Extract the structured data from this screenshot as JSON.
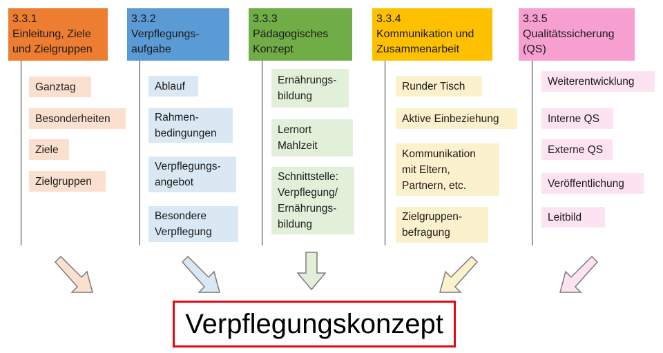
{
  "colors": {
    "header": [
      "#ed7d31",
      "#5b9bd5",
      "#70ad47",
      "#ffc000",
      "#f79fd0"
    ],
    "item": [
      "#fbe0d0",
      "#d9e8f3",
      "#e2f0d9",
      "#fbf1cc",
      "#fde3f1"
    ],
    "result_border": "#e30613"
  },
  "columns": [
    {
      "header": "3.3.1\nEinleitung, Ziele\nund Zielgruppen",
      "items": [
        "Ganztag",
        "Besonderheiten",
        "Ziele",
        "Zielgruppen"
      ]
    },
    {
      "header": "3.3.2\nVerpflegungs-\naufgabe",
      "items": [
        "Ablauf",
        "Rahmen-\nbedingungen",
        "Verpflegungs-\nangebot",
        "Besondere\nVerpflegung"
      ]
    },
    {
      "header": "3.3.3\nPädagogisches\nKonzept",
      "items": [
        "Ernährungs-\nbildung",
        "Lernort\nMahlzeit",
        "Schnittstelle:\nVerpflegung/\nErnährungs-\nbildung"
      ]
    },
    {
      "header": "3.3.4\nKommunikation und\nZusammenarbeit",
      "items": [
        "Runder Tisch",
        "Aktive Einbeziehung",
        "Kommunikation\nmit Eltern,\nPartnern, etc.",
        "Zielgruppen-\nbefragung"
      ]
    },
    {
      "header": "3.3.5\nQualitätssicherung\n(QS)",
      "items": [
        "Weiterentwicklung",
        "Interne QS",
        "Externe QS",
        "Veröffentlichung",
        "Leitbild"
      ]
    }
  ],
  "result": "Verpflegungskonzept"
}
